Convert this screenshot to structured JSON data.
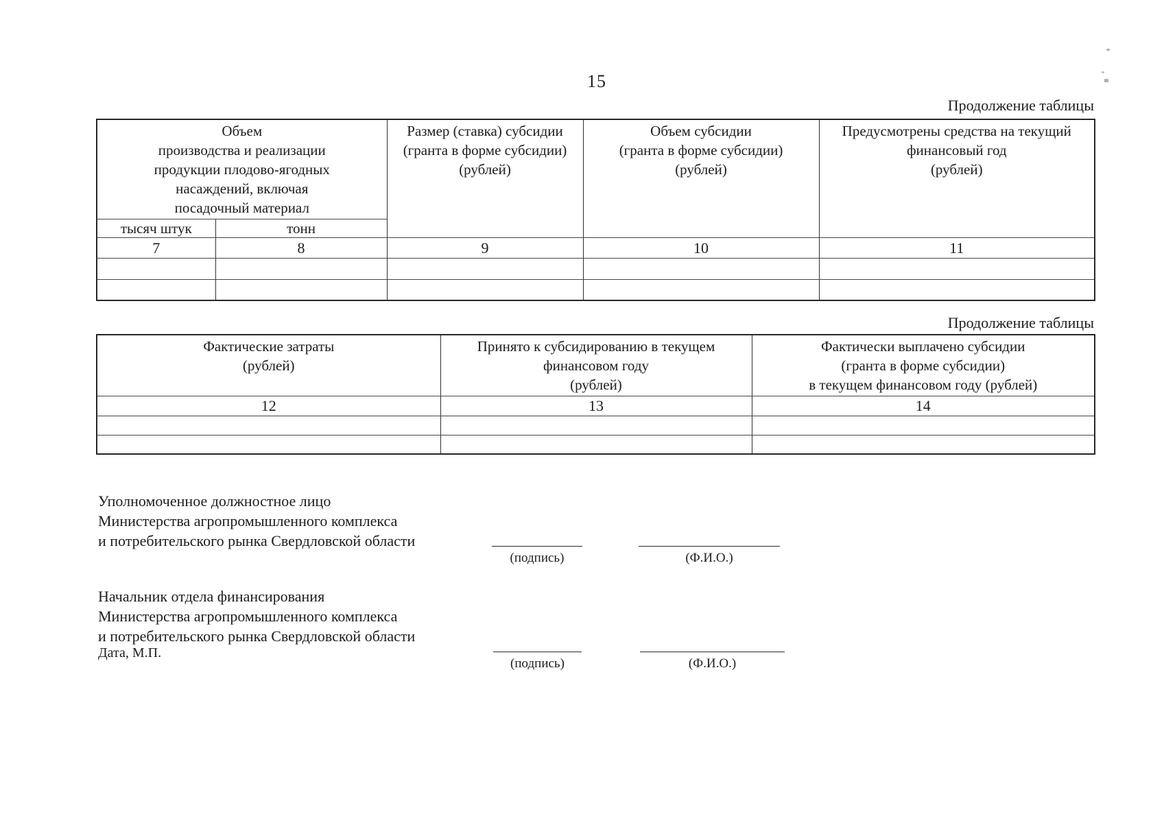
{
  "page": {
    "number": "15"
  },
  "labels": {
    "continuation_1": "Продолжение таблицы",
    "continuation_2": "Продолжение таблицы"
  },
  "table1": {
    "headers": {
      "volume_group": "Объем\nпроизводства и реализации\nпродукции плодово-ягодных\nнасаждений, включая\nпосадочный материал",
      "thousand_units": "тысяч штук",
      "tons": "тонн",
      "subsidy_rate": "Размер (ставка) субсидии\n(гранта в форме субсидии)\n(рублей)",
      "subsidy_volume": "Объем субсидии\n(гранта в форме субсидии)\n(рублей)",
      "funds_current_year": "Предусмотрены средства на текущий\nфинансовый год\n(рублей)"
    },
    "column_numbers": [
      "7",
      "8",
      "9",
      "10",
      "11"
    ]
  },
  "table2": {
    "headers": {
      "actual_costs": "Фактические затраты\n(рублей)",
      "accepted_current_year": "Принято к субсидированию в текущем\nфинансовом году\n(рублей)",
      "paid_current_year": "Фактически выплачено субсидии\n(гранта в форме субсидии)\nв текущем финансовом году (рублей)"
    },
    "column_numbers": [
      "12",
      "13",
      "14"
    ]
  },
  "signatures": [
    {
      "lines": "Уполномоченное должностное лицо\nМинистерства агропромышленного комплекса\nи потребительского рынка Свердловской области",
      "signature_label": "(подпись)",
      "name_label": "(Ф.И.О.)"
    },
    {
      "lines": "Начальник отдела финансирования\nМинистерства агропромышленного комплекса\nи потребительского рынка Свердловской области",
      "date_stamp": "Дата, М.П.",
      "signature_label": "(подпись)",
      "name_label": "(Ф.И.О.)"
    }
  ]
}
